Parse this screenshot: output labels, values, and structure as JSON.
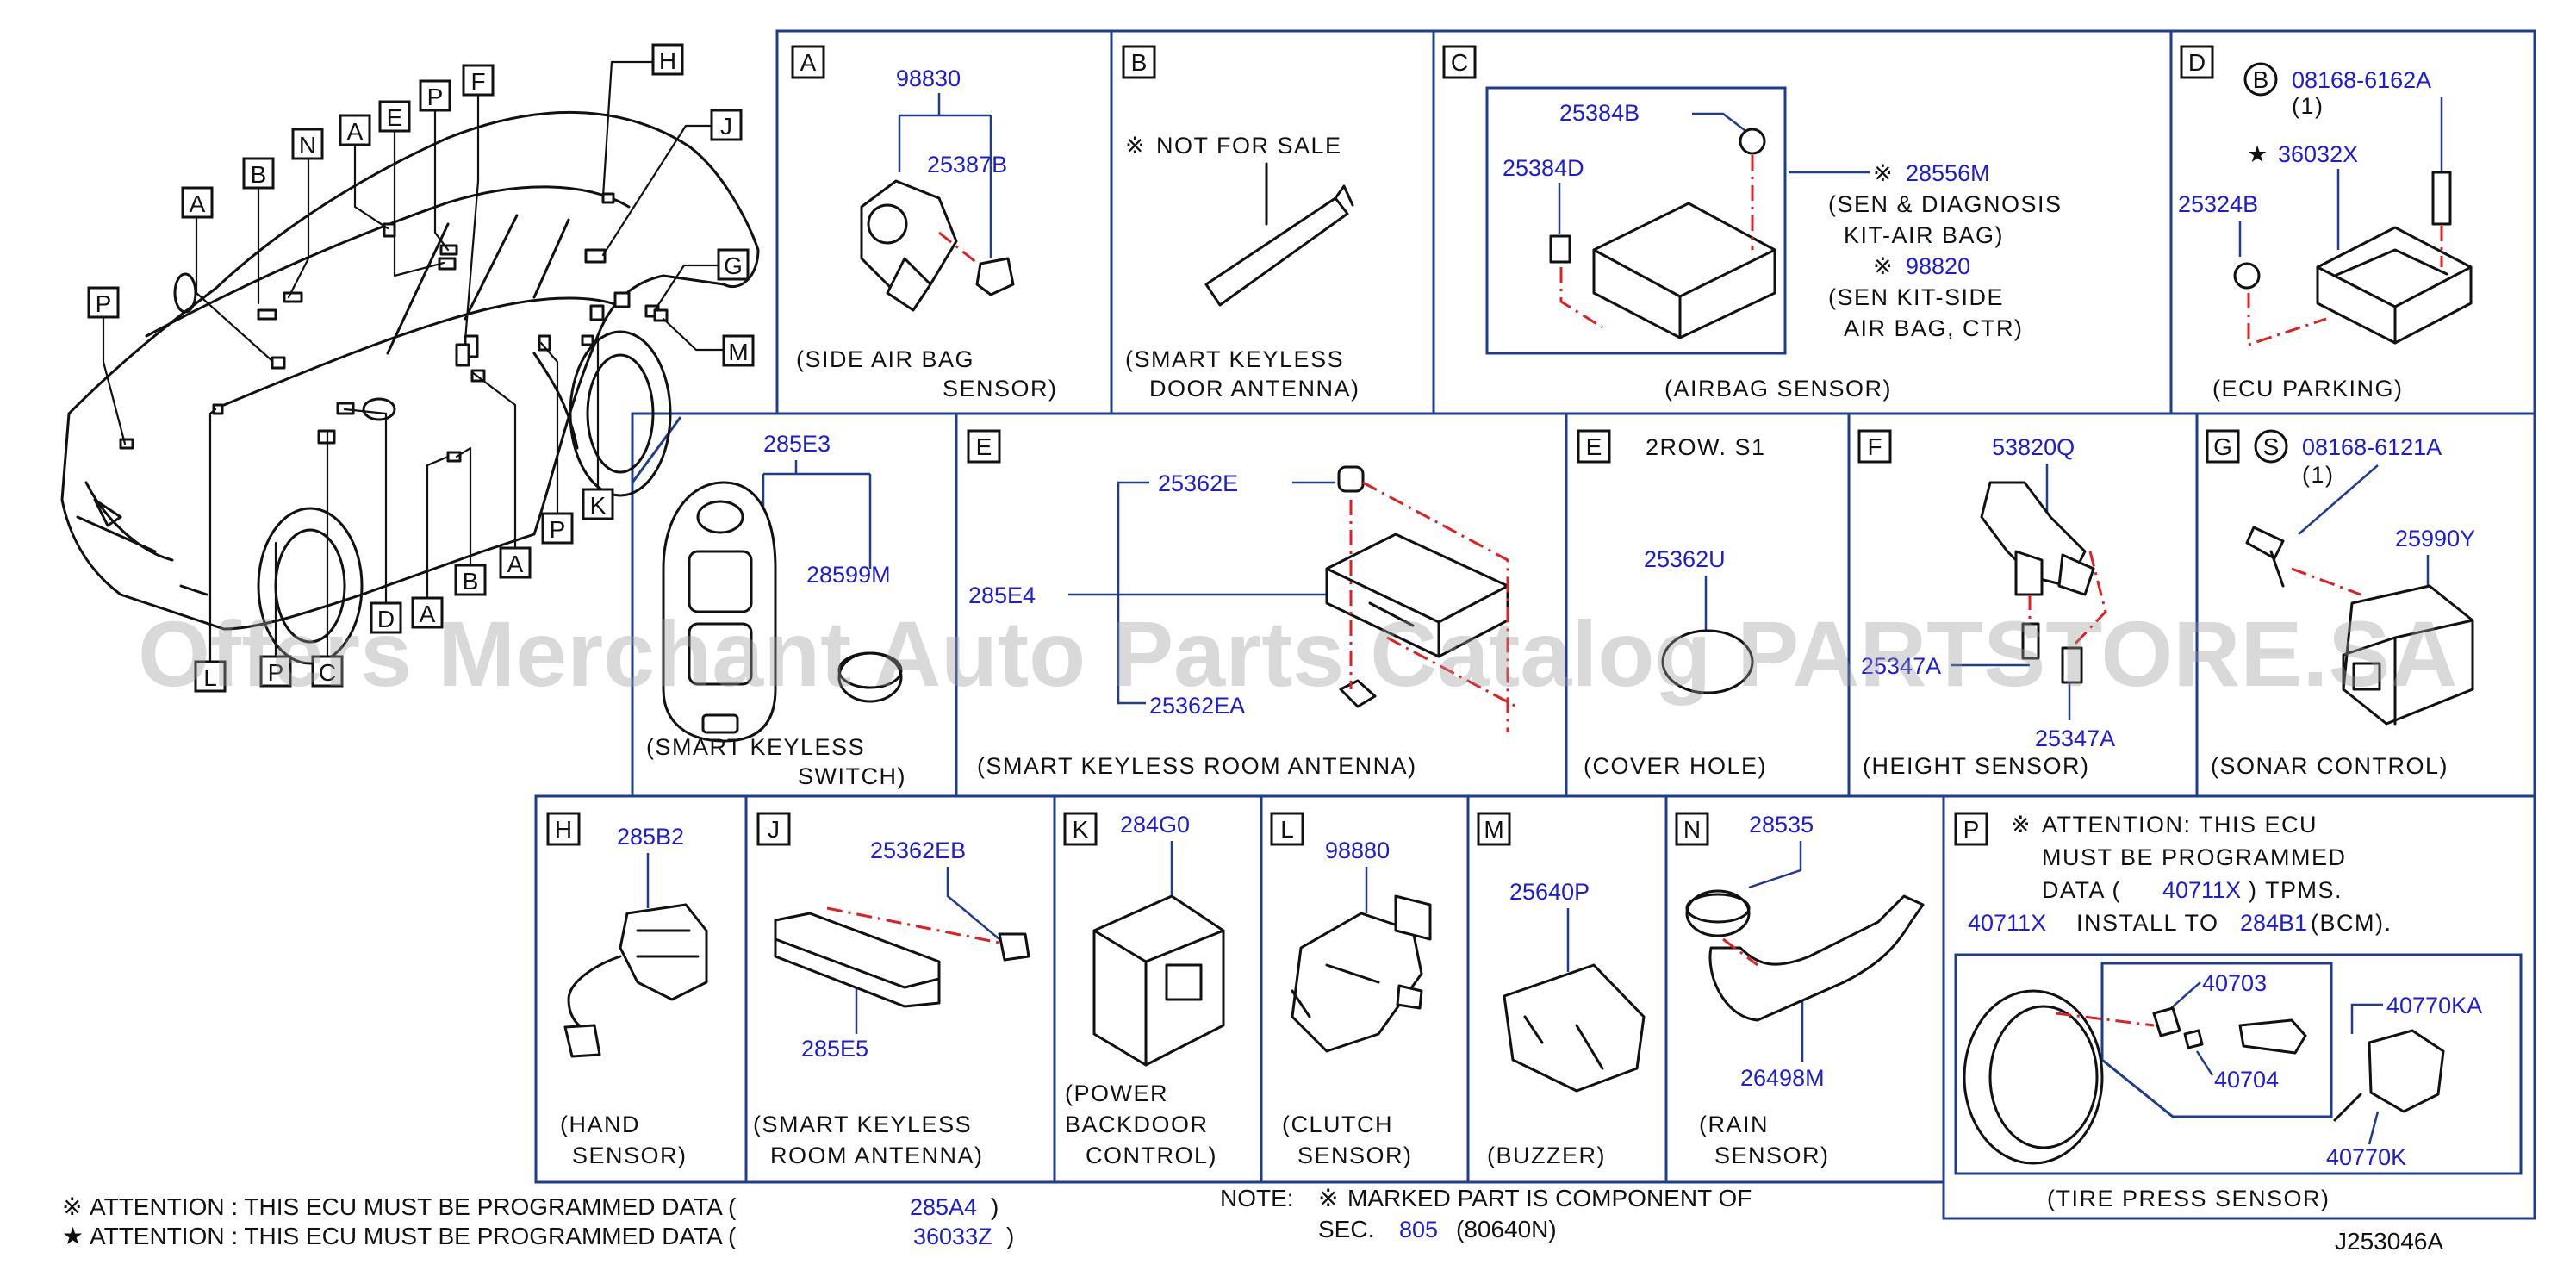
{
  "panels": {
    "A": {
      "letter": "A",
      "part1": "98830",
      "part2": "25387B",
      "cap1": "(SIDE   AIR   BAG",
      "cap2": "SENSOR)"
    },
    "B": {
      "letter": "B",
      "note": "NOT   FOR   SALE",
      "cap1": "(SMART   KEYLESS",
      "cap2": "DOOR   ANTENNA)"
    },
    "C": {
      "letter": "C",
      "p1": "25384B",
      "p2": "25384D",
      "p3": "28556M",
      "p3a": "(SEN   &   DIAGNOSIS",
      "p3b": "KIT-AIR   BAG)",
      "p4": "98820",
      "p4a": "(SEN   KIT-SIDE",
      "p4b": "AIR   BAG,   CTR)",
      "cap": "(AIRBAG   SENSOR)"
    },
    "D": {
      "letter": "D",
      "circ": "B",
      "p1": "08168-6162A",
      "q1": "(1)",
      "p2": "36032X",
      "p3": "25324B",
      "cap": "(ECU   PARKING)"
    },
    "E285": {
      "p1": "285E3",
      "p2": "28599M",
      "cap1": "(SMART   KEYLESS",
      "cap2": "SWITCH)"
    },
    "E": {
      "letter": "E",
      "p1": "25362E",
      "p2": "285E4",
      "p3": "25362EA",
      "cap": "(SMART   KEYLESS   ROOM   ANTENNA)"
    },
    "E2": {
      "letter": "E",
      "title": "2ROW.   S1",
      "p1": "25362U",
      "cap": "(COVER   HOLE)"
    },
    "F": {
      "letter": "F",
      "p1": "53820Q",
      "p2": "25347A",
      "p3": "25347A",
      "cap": "(HEIGHT   SENSOR)"
    },
    "G": {
      "letter": "G",
      "circ": "S",
      "p1": "08168-6121A",
      "q1": "(1)",
      "p2": "25990Y",
      "cap": "(SONAR   CONTROL)"
    },
    "H": {
      "letter": "H",
      "p1": "285B2",
      "cap1": "(HAND",
      "cap2": "SENSOR)"
    },
    "J": {
      "letter": "J",
      "p1": "25362EB",
      "p2": "285E5",
      "cap1": "(SMART   KEYLESS",
      "cap2": "ROOM   ANTENNA)"
    },
    "K": {
      "letter": "K",
      "p1": "284G0",
      "cap1": "(POWER",
      "cap2": "BACKDOOR",
      "cap3": "CONTROL)"
    },
    "L": {
      "letter": "L",
      "p1": "98880",
      "cap1": "(CLUTCH",
      "cap2": "SENSOR)"
    },
    "M": {
      "letter": "M",
      "p1": "25640P",
      "cap": "(BUZZER)"
    },
    "N": {
      "letter": "N",
      "p1": "28535",
      "p2": "26498M",
      "cap1": "(RAIN",
      "cap2": "SENSOR)"
    },
    "P": {
      "letter": "P",
      "l1": "ATTENTION:   THIS   ECU",
      "l2": "MUST   BE   PROGRAMMED",
      "l3a": "DATA   (",
      "l3p": "40711X",
      "l3b": ")   TPMS.",
      "l4p": "40711X",
      "l4a": "INSTALL   TO",
      "l4p2": "284B1",
      "l4b": "(BCM).",
      "p1": "40703",
      "p2": "40770KA",
      "p3": "40704",
      "p4": "40770K",
      "cap": "(TIRE   PRESS   SENSOR)"
    }
  },
  "car_labels": [
    "A",
    "B",
    "N",
    "A",
    "E",
    "P",
    "F",
    "H",
    "J",
    "G",
    "M",
    "K",
    "P",
    "A",
    "B",
    "A",
    "D",
    "L",
    "P",
    "C",
    "P"
  ],
  "footer": {
    "att1a": "ATTENTION   :   THIS   ECU   MUST   BE   PROGRAMMED   DATA   (",
    "att1p": "285A4",
    "att1b": ")",
    "att2a": "ATTENTION   :   THIS   ECU   MUST   BE   PROGRAMMED   DATA   (",
    "att2p": "36033Z",
    "att2b": ")",
    "note1": "NOTE:",
    "note1b": "MARKED   PART   IS   COMPONENT   OF",
    "note2a": "SEC.",
    "note2p": "805",
    "note2b": "(80640N)",
    "code": "J253046A"
  },
  "symbols": {
    "kome": "※",
    "star": "★"
  },
  "watermark": "Offers Merchant Auto Parts Catalog PARTSTORE.SA",
  "colors": {
    "part_number": "#1c1cd6",
    "frame": "#1f3d8c",
    "phantom_line": "#e02020"
  }
}
